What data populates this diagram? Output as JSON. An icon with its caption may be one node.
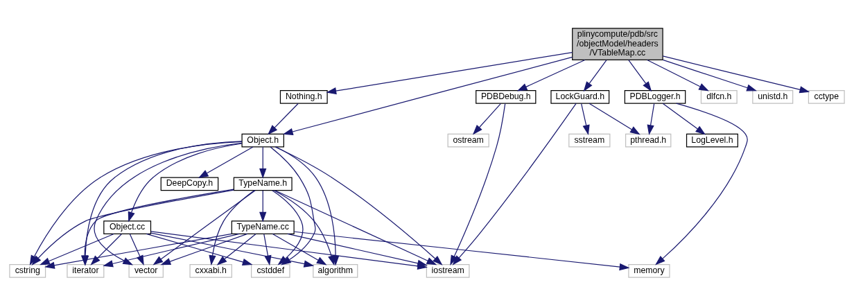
{
  "diagram": {
    "nodes": [
      {
        "text": [
          "plinycompute/pdb/src /objectModel/headers /VTableMap.cc"
        ]
      },
      {
        "text": [
          "PDBDebug.h"
        ]
      },
      {
        "text": [
          "Nothing.h"
        ]
      },
      {
        "text": [
          "LockGuard.h"
        ]
      },
      {
        "text": [
          "PDBLogger.h"
        ]
      },
      {
        "text": [
          "dlfcn.h"
        ]
      },
      {
        "text": [
          "unistd.h"
        ]
      },
      {
        "text": [
          "cctype"
        ]
      },
      {
        "text": [
          "ostream"
        ]
      },
      {
        "text": [
          "Object.h"
        ]
      },
      {
        "text": [
          "sstream"
        ]
      },
      {
        "text": [
          "pthread.h"
        ]
      },
      {
        "text": [
          "LogLevel.h"
        ]
      },
      {
        "text": [
          "DeepCopy.h"
        ]
      },
      {
        "text": [
          "TypeName.h"
        ]
      },
      {
        "text": [
          "Object.cc"
        ]
      },
      {
        "text": [
          "TypeName.cc"
        ]
      },
      {
        "text": [
          "iostream"
        ]
      },
      {
        "text": [
          "cstring"
        ]
      },
      {
        "text": [
          "iterator"
        ]
      },
      {
        "text": [
          "vector"
        ]
      },
      {
        "text": [
          "cxxabi.h"
        ]
      },
      {
        "text": [
          "algorithm"
        ]
      },
      {
        "text": [
          "cstddef"
        ]
      },
      {
        "text": [
          "memory"
        ]
      }
    ],
    "edges": [
      {
        "from": 0,
        "to": 1,
        "arrow": "to"
      },
      {
        "from": 0,
        "to": 9,
        "arrow": "to"
      },
      {
        "from": 0,
        "to": 2,
        "arrow": "to"
      },
      {
        "from": 0,
        "to": 3,
        "arrow": "to"
      },
      {
        "from": 0,
        "to": 4,
        "arrow": "to"
      },
      {
        "from": 0,
        "to": 5,
        "arrow": "to"
      },
      {
        "from": 0,
        "to": 6,
        "arrow": "to"
      },
      {
        "from": 0,
        "to": 7,
        "arrow": "to"
      },
      {
        "from": 1,
        "to": 8,
        "arrow": "to"
      },
      {
        "from": 1,
        "to": 17,
        "arrow": "to"
      },
      {
        "from": 2,
        "to": 9,
        "arrow": "to"
      },
      {
        "from": 3,
        "to": 17,
        "arrow": "to"
      },
      {
        "from": 3,
        "to": 10,
        "arrow": "to"
      },
      {
        "from": 3,
        "to": 11,
        "arrow": "to"
      },
      {
        "from": 4,
        "to": 11,
        "arrow": "to"
      },
      {
        "from": 4,
        "to": 24,
        "arrow": "to"
      },
      {
        "from": 4,
        "to": 12,
        "arrow": "to"
      },
      {
        "from": 9,
        "to": 17,
        "arrow": "to"
      },
      {
        "from": 9,
        "to": 18,
        "arrow": "to"
      },
      {
        "from": 9,
        "to": 13,
        "arrow": "to"
      },
      {
        "from": 9,
        "to": 19,
        "arrow": "to"
      },
      {
        "from": 9,
        "to": 15,
        "arrow": "to"
      },
      {
        "from": 9,
        "to": 20,
        "arrow": "to"
      },
      {
        "from": 9,
        "to": 14,
        "arrow": "to"
      },
      {
        "from": 9,
        "to": 22,
        "arrow": "to"
      },
      {
        "from": 9,
        "to": 23,
        "arrow": "to"
      },
      {
        "from": 14,
        "to": 17,
        "arrow": "to"
      },
      {
        "from": 14,
        "to": 18,
        "arrow": "to"
      },
      {
        "from": 14,
        "to": 19,
        "arrow": "to"
      },
      {
        "from": 14,
        "to": 20,
        "arrow": "to"
      },
      {
        "from": 14,
        "to": 16,
        "arrow": "to"
      },
      {
        "from": 14,
        "to": 21,
        "arrow": "to"
      },
      {
        "from": 14,
        "to": 22,
        "arrow": "to"
      },
      {
        "from": 14,
        "to": 23,
        "arrow": "to"
      },
      {
        "from": 15,
        "to": 17,
        "arrow": "to"
      },
      {
        "from": 15,
        "to": 18,
        "arrow": "to"
      },
      {
        "from": 15,
        "to": 19,
        "arrow": "to"
      },
      {
        "from": 15,
        "to": 20,
        "arrow": "to"
      },
      {
        "from": 15,
        "to": 22,
        "arrow": "to"
      },
      {
        "from": 15,
        "to": 23,
        "arrow": "to"
      },
      {
        "from": 16,
        "to": 17,
        "arrow": "to"
      },
      {
        "from": 16,
        "to": 18,
        "arrow": "to"
      },
      {
        "from": 16,
        "to": 19,
        "arrow": "to"
      },
      {
        "from": 16,
        "to": 20,
        "arrow": "to"
      },
      {
        "from": 16,
        "to": 21,
        "arrow": "to"
      },
      {
        "from": 16,
        "to": 22,
        "arrow": "to"
      },
      {
        "from": 16,
        "to": 23,
        "arrow": "to"
      },
      {
        "from": 16,
        "to": 24,
        "arrow": "to"
      }
    ]
  }
}
